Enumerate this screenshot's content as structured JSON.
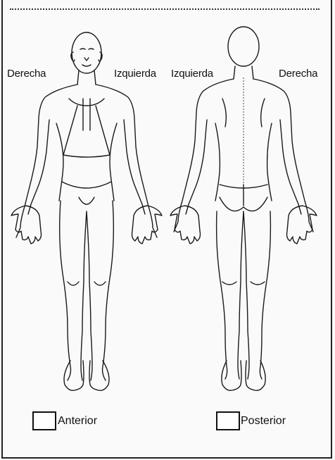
{
  "labels": {
    "front_right": "Derecha",
    "front_left": "Izquierda",
    "back_left": "Izquierda",
    "back_right": "Derecha"
  },
  "options": {
    "anterior": "Anterior",
    "posterior": "Posterior"
  }
}
